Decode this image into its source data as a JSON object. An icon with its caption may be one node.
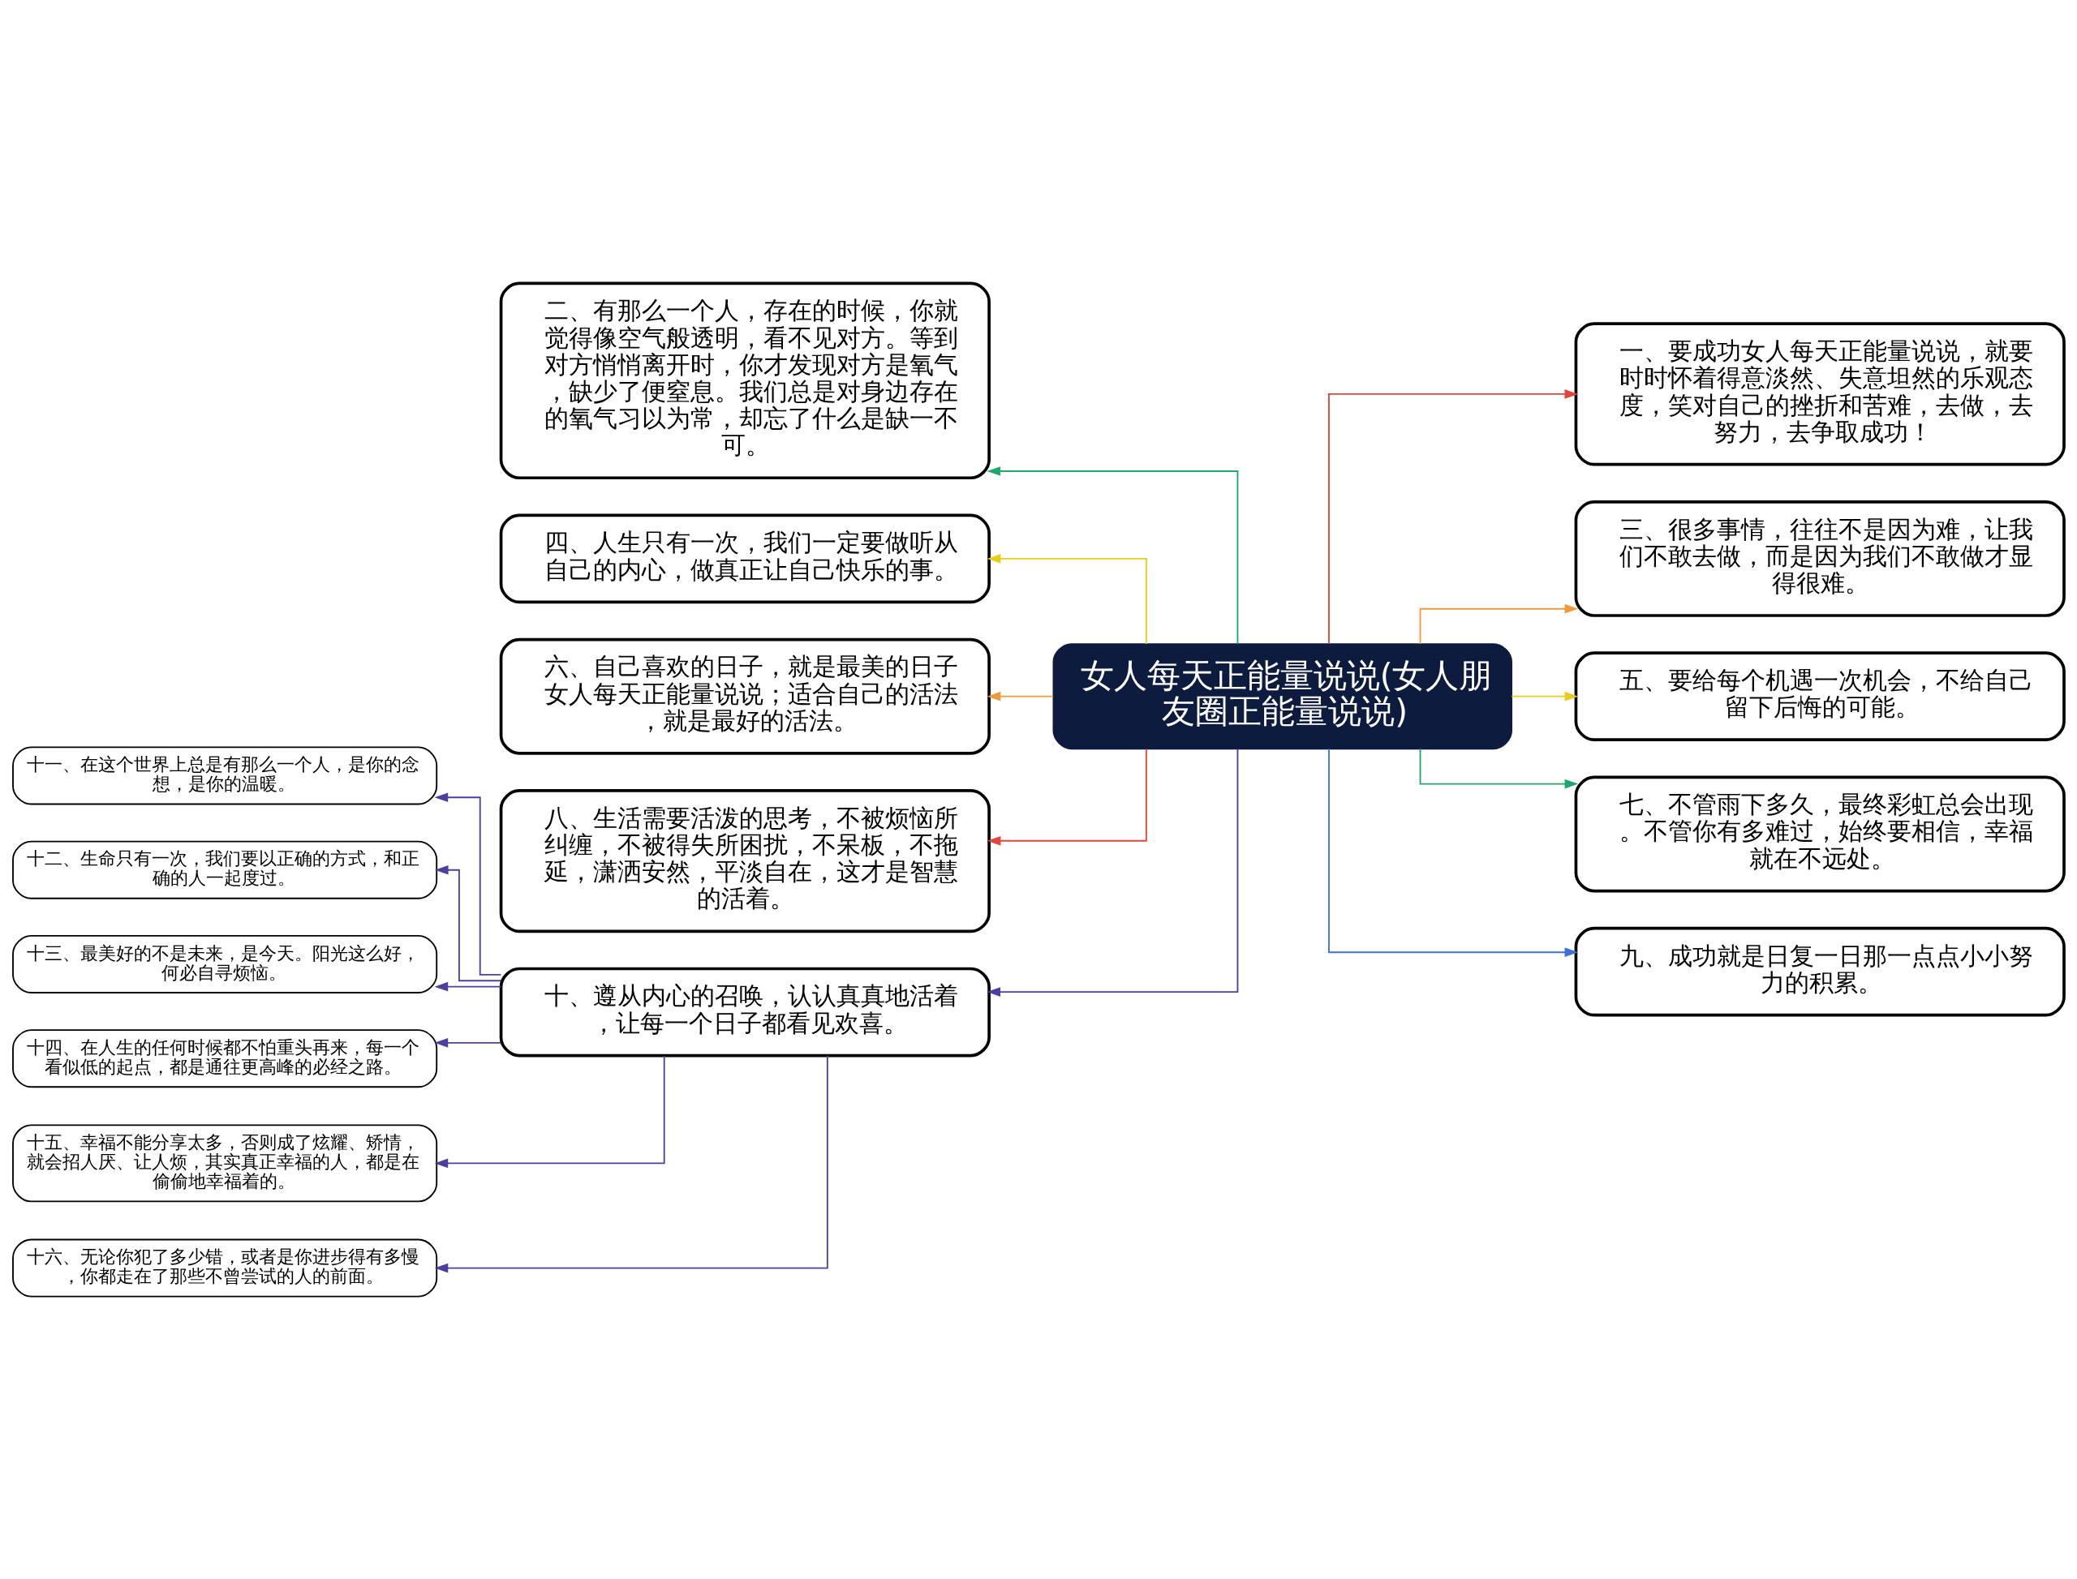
{
  "diagram": {
    "nodes": [
      {
        "text": [
          "女人每天正能量说说(女人朋友圈正能量说说)"
        ]
      },
      {
        "text": [
          "一、要成功女人每天正能量说说，就要时时怀着得意淡然、失意坦然的乐观态度，笑对自己的挫折和苦难，去做，去努力，去争取成功！"
        ]
      },
      {
        "text": [
          "二、有那么一个人，存在的时候，你就觉得像空气般透明，看不见对方。等到对方悄悄离开时，你才发现对方是氧气，缺少了便窒息。我们总是对身边存在的氧气习以为常，却忘了什么是缺一不可。"
        ]
      },
      {
        "text": [
          "三、很多事情，往往不是因为难，让我们不敢去做，而是因为我们不敢做才显得很难。"
        ]
      },
      {
        "text": [
          "四、人生只有一次，我们一定要做听从自己的内心，做真正让自己快乐的事。"
        ]
      },
      {
        "text": [
          "五、要给每个机遇一次机会，不给自己留下后悔的可能。"
        ]
      },
      {
        "text": [
          "六、自己喜欢的日子，就是最美的日子女人每天正能量说说；适合自己的活法，就是最好的活法。"
        ]
      },
      {
        "text": [
          "七、不管雨下多久，最终彩虹总会出现。不管你有多难过，始终要相信，幸福就在不远处。"
        ]
      },
      {
        "text": [
          "八、生活需要活泼的思考，不被烦恼所纠缠，不被得失所困扰，不呆板，不拖延，潇洒安然，平淡自在，这才是智慧的活着。"
        ]
      },
      {
        "text": [
          "九、成功就是日复一日那一点点小小努力的积累。"
        ]
      },
      {
        "text": [
          "十、遵从内心的召唤，认认真真地活着，让每一个日子都看见欢喜。"
        ]
      },
      {
        "text": [
          "十一、在这个世界上总是有那么一个人，是你的念想，是你的温暖。"
        ]
      },
      {
        "text": [
          "十二、生命只有一次，我们要以正确的方式，和正确的人一起度过。"
        ]
      },
      {
        "text": [
          "十三、最美好的不是未来，是今天。阳光这么好，何必自寻烦恼。"
        ]
      },
      {
        "text": [
          "十四、在人生的任何时候都不怕重头再来，每一个看似低的起点，都是通往更高峰的必经之路。"
        ]
      },
      {
        "text": [
          "十五、幸福不能分享太多，否则成了炫耀、矫情，就会招人厌、让人烦，其实真正幸福的人，都是在偷偷地幸福着的。"
        ]
      },
      {
        "text": [
          "十六、无论你犯了多少错，或者是你进步得有多慢，你都走在了那些不曾尝试的人的前面。"
        ]
      }
    ],
    "edges": [
      {
        "from": 0,
        "to": 1,
        "arrow": "to",
        "color": "#e0463a"
      },
      {
        "from": 0,
        "to": 2,
        "arrow": "to",
        "color": "#1fa66b"
      },
      {
        "from": 0,
        "to": 3,
        "arrow": "to",
        "color": "#ee9a3c"
      },
      {
        "from": 0,
        "to": 4,
        "arrow": "to",
        "color": "#e8cc1e"
      },
      {
        "from": 0,
        "to": 5,
        "arrow": "to",
        "color": "#e8cc1e"
      },
      {
        "from": 0,
        "to": 6,
        "arrow": "to",
        "color": "#ee9a3c"
      },
      {
        "from": 0,
        "to": 7,
        "arrow": "to",
        "color": "#1fa66b"
      },
      {
        "from": 0,
        "to": 8,
        "arrow": "to",
        "color": "#e0463a"
      },
      {
        "from": 0,
        "to": 9,
        "arrow": "to",
        "color": "#3f6fd8"
      },
      {
        "from": 0,
        "to": 10,
        "arrow": "to"
      },
      {
        "from": 10,
        "to": 11,
        "arrow": "to"
      },
      {
        "from": 10,
        "to": 12,
        "arrow": "to"
      },
      {
        "from": 10,
        "to": 13,
        "arrow": "to"
      },
      {
        "from": 10,
        "to": 14,
        "arrow": "to"
      },
      {
        "from": 10,
        "to": 15,
        "arrow": "to"
      },
      {
        "from": 10,
        "to": 16,
        "arrow": "to"
      }
    ]
  }
}
